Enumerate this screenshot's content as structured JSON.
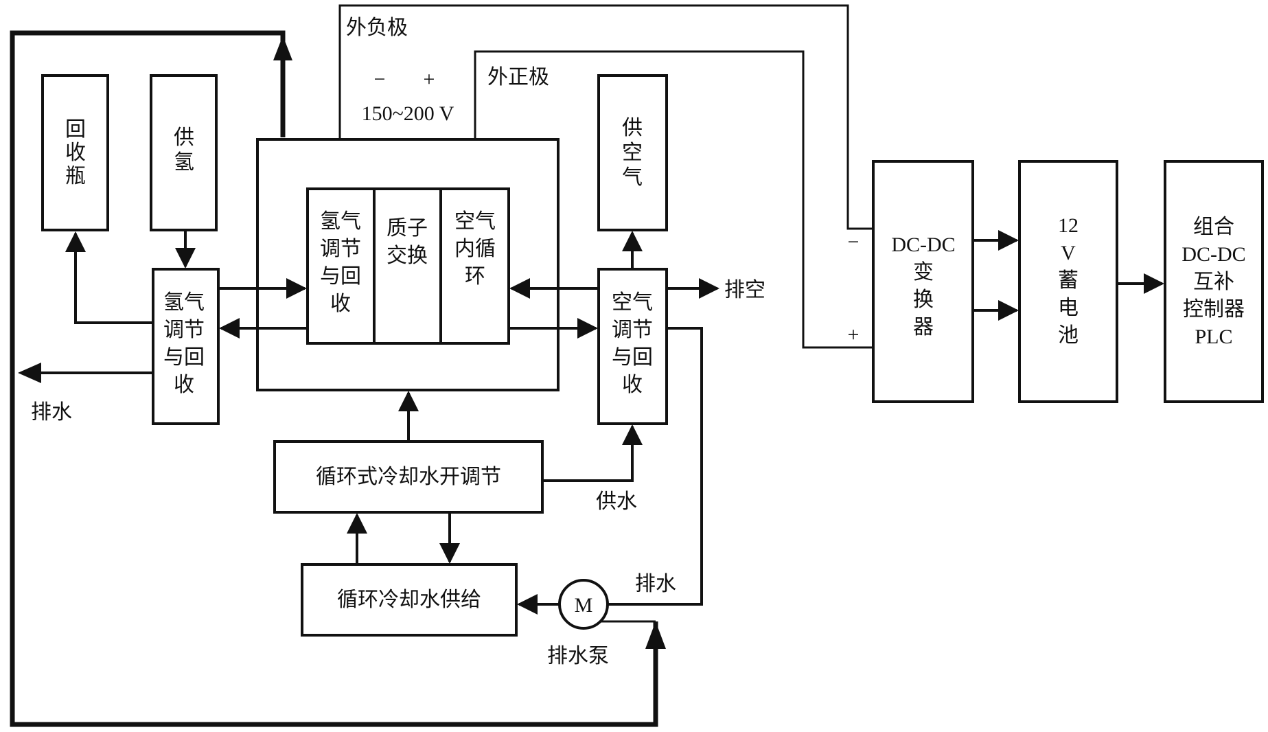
{
  "blocks": {
    "recovery_bottle": [
      "回",
      "收",
      "瓶"
    ],
    "hydrogen_supply": [
      "供",
      "氢"
    ],
    "hydrogen_regulate_left": [
      "氢气",
      "调节",
      "与回",
      "收"
    ],
    "hydrogen_regulate_stack": [
      "氢气",
      "调节",
      "与回",
      "收"
    ],
    "proton_exchange": [
      "质子",
      "交换"
    ],
    "air_circulation": [
      "空气",
      "内循",
      "环"
    ],
    "air_supply": [
      "供",
      "空",
      "气"
    ],
    "air_regulate": [
      "空气",
      "调节",
      "与回",
      "收"
    ],
    "cooling_regulation": "循环式冷却水开调节",
    "cooling_supply": "循环冷却水供给",
    "dcdc_converter": [
      "DC-DC",
      "变",
      "换",
      "器"
    ],
    "battery": [
      "12",
      "V",
      "蓄",
      "电",
      "池"
    ],
    "controller": [
      "组合",
      "DC-DC",
      "互补",
      "控制器",
      "PLC"
    ]
  },
  "labels": {
    "outer_negative": "外负极",
    "outer_positive": "外正极",
    "minus": "−",
    "plus": "+",
    "voltage": "150~200 V",
    "vent": "排空",
    "drain_left": "排水",
    "water_supply": "供水",
    "drain_right": "排水",
    "pump_symbol": "M",
    "drain_pump": "排水泵",
    "dc_minus": "−",
    "dc_plus": "+"
  }
}
